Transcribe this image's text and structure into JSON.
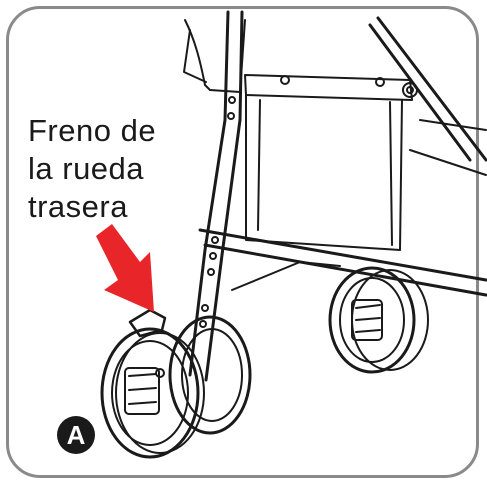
{
  "caption": {
    "line1": "Freno de",
    "line2": "la rueda",
    "line3": "trasera"
  },
  "badge": {
    "letter": "A"
  },
  "colors": {
    "frame": "#8a8a8a",
    "line_art": "#1a1a1a",
    "arrow": "#e8262a",
    "badge_bg": "#1a1a1a"
  },
  "illustration": {
    "subject": "stroller-rear-wheel",
    "arrow_icon": "red-arrow-icon"
  }
}
